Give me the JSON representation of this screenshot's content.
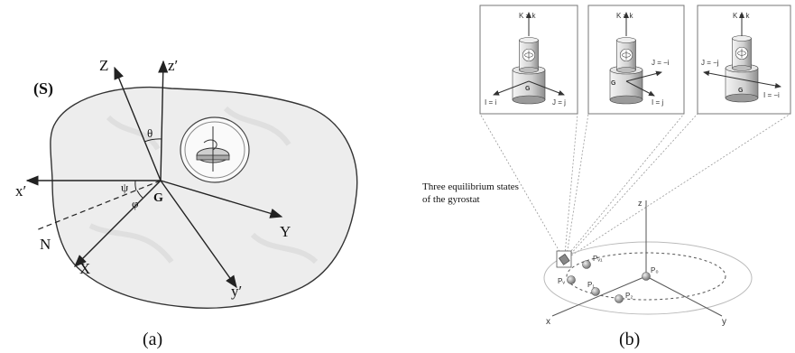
{
  "panel_a": {
    "caption": "(a)",
    "body_label": "(S)",
    "axes": {
      "Z": "Z",
      "z_prime": "z′",
      "x_prime": "x′",
      "Y": "Y",
      "X": "X",
      "y_prime": "y′",
      "N": "N"
    },
    "angles": {
      "theta": "θ",
      "psi": "ψ",
      "phi": "φ"
    },
    "center": "G"
  },
  "panel_b": {
    "caption": "(b)",
    "note_line1": "Three equilibrium states",
    "note_line2": "of the gyrostat",
    "axes": {
      "x": "x",
      "y": "y",
      "z": "z"
    },
    "points": [
      "P₁",
      "P₂",
      "P₀",
      "Pᵥ",
      "Pᵥ₁"
    ],
    "insets": [
      {
        "K": "K = k",
        "I": "I = i",
        "J": "J = j",
        "G": "G"
      },
      {
        "K": "K = k",
        "I": "I = j",
        "J": "J = −i",
        "G": "G"
      },
      {
        "K": "K = k",
        "I": "I = −i",
        "J": "J = −j",
        "G": "G"
      }
    ]
  },
  "colors": {
    "stone": "#eeeeee",
    "axis": "#222222",
    "gray_sphere": "#9a9a9a"
  }
}
